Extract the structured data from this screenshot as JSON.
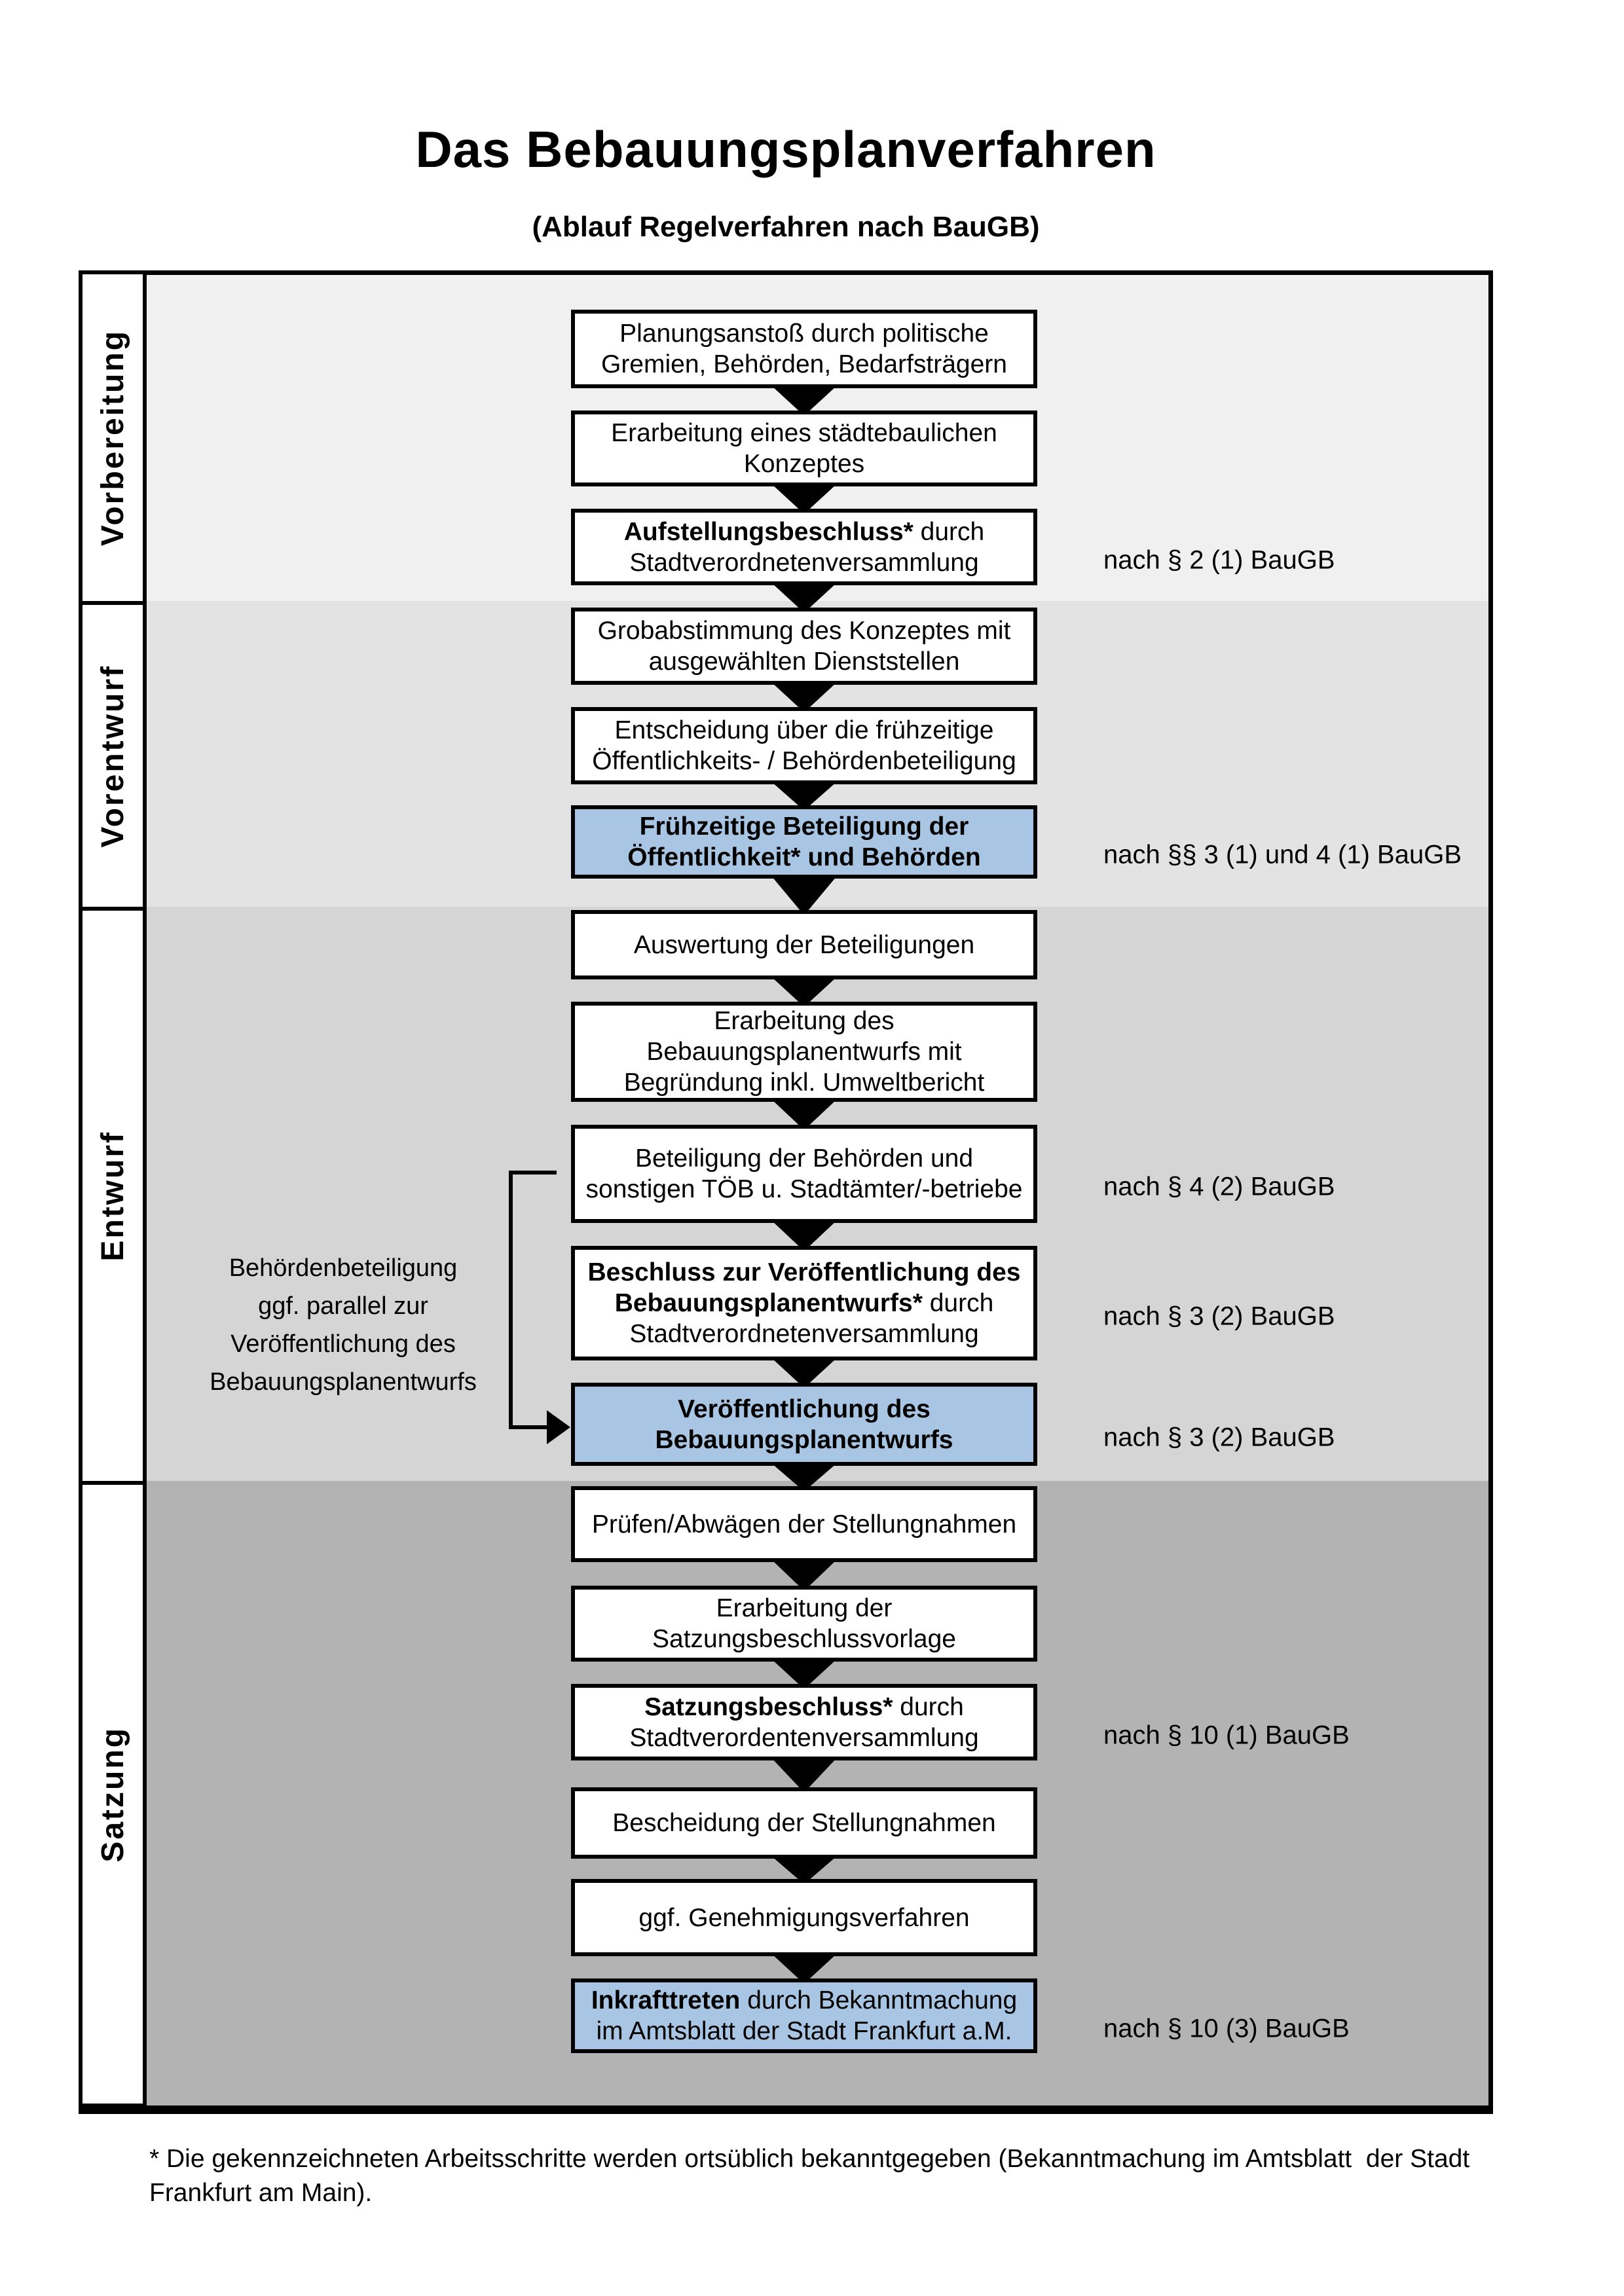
{
  "header": {
    "title": "Das Bebauungsplanverfahren",
    "subtitle": "(Ablauf Regelverfahren nach BauGB)"
  },
  "phases": [
    {
      "label": "Vorbereitung"
    },
    {
      "label": "Vorentwurf"
    },
    {
      "label": "Entwurf"
    },
    {
      "label": "Satzung"
    }
  ],
  "steps": [
    {
      "highlight": false,
      "note": "",
      "lines": [
        [
          {
            "b": false,
            "t": "Planungsanstoß durch politische"
          }
        ],
        [
          {
            "b": false,
            "t": "Gremien, Behörden, Bedarfsträgern"
          }
        ]
      ]
    },
    {
      "highlight": false,
      "note": "",
      "lines": [
        [
          {
            "b": false,
            "t": "Erarbeitung eines städtebaulichen"
          }
        ],
        [
          {
            "b": false,
            "t": "Konzeptes"
          }
        ]
      ]
    },
    {
      "highlight": false,
      "note": "nach § 2 (1) BauGB",
      "lines": [
        [
          {
            "b": true,
            "t": "Aufstellungsbeschluss*"
          },
          {
            "b": false,
            "t": " durch"
          }
        ],
        [
          {
            "b": false,
            "t": "Stadtverordnetenversammlung"
          }
        ]
      ]
    },
    {
      "highlight": false,
      "note": "",
      "lines": [
        [
          {
            "b": false,
            "t": "Grobabstimmung des Konzeptes mit"
          }
        ],
        [
          {
            "b": false,
            "t": "ausgewählten Dienststellen"
          }
        ]
      ]
    },
    {
      "highlight": false,
      "note": "",
      "lines": [
        [
          {
            "b": false,
            "t": "Entscheidung über die frühzeitige"
          }
        ],
        [
          {
            "b": false,
            "t": "Öffentlichkeits- / Behördenbeteiligung"
          }
        ]
      ]
    },
    {
      "highlight": true,
      "note": "nach §§ 3 (1) und 4 (1) BauGB",
      "lines": [
        [
          {
            "b": true,
            "t": "Frühzeitige Beteiligung der"
          }
        ],
        [
          {
            "b": true,
            "t": "Öffentlichkeit* und Behörden"
          }
        ]
      ]
    },
    {
      "highlight": false,
      "note": "",
      "lines": [
        [
          {
            "b": false,
            "t": "Auswertung der Beteiligungen"
          }
        ]
      ]
    },
    {
      "highlight": false,
      "note": "",
      "lines": [
        [
          {
            "b": false,
            "t": "Erarbeitung des"
          }
        ],
        [
          {
            "b": false,
            "t": "Bebauungsplanentwurfs mit"
          }
        ],
        [
          {
            "b": false,
            "t": "Begründung inkl. Umweltbericht"
          }
        ]
      ]
    },
    {
      "highlight": false,
      "note": "nach § 4 (2) BauGB",
      "lines": [
        [
          {
            "b": false,
            "t": "Beteiligung der Behörden und"
          }
        ],
        [
          {
            "b": false,
            "t": "sonstigen TÖB u. Stadtämter/-betriebe"
          }
        ]
      ]
    },
    {
      "highlight": false,
      "note": "nach § 3 (2) BauGB",
      "lines": [
        [
          {
            "b": true,
            "t": "Beschluss zur Veröffentlichung des"
          }
        ],
        [
          {
            "b": true,
            "t": "Bebauungsplanentwurfs*"
          },
          {
            "b": false,
            "t": " durch"
          }
        ],
        [
          {
            "b": false,
            "t": "Stadtverordnetenversammlung"
          }
        ]
      ]
    },
    {
      "highlight": true,
      "note": "nach § 3 (2) BauGB",
      "lines": [
        [
          {
            "b": true,
            "t": "Veröffentlichung des"
          }
        ],
        [
          {
            "b": true,
            "t": "Bebauungsplanentwurfs"
          }
        ]
      ]
    },
    {
      "highlight": false,
      "note": "",
      "lines": [
        [
          {
            "b": false,
            "t": "Prüfen/Abwägen der Stellungnahmen"
          }
        ]
      ]
    },
    {
      "highlight": false,
      "note": "",
      "lines": [
        [
          {
            "b": false,
            "t": "Erarbeitung der"
          }
        ],
        [
          {
            "b": false,
            "t": "Satzungsbeschlussvorlage"
          }
        ]
      ]
    },
    {
      "highlight": false,
      "note": "nach § 10 (1) BauGB",
      "lines": [
        [
          {
            "b": true,
            "t": "Satzungsbeschluss*"
          },
          {
            "b": false,
            "t": " durch"
          }
        ],
        [
          {
            "b": false,
            "t": "Stadtverordentenversammlung"
          }
        ]
      ]
    },
    {
      "highlight": false,
      "note": "",
      "lines": [
        [
          {
            "b": false,
            "t": "Bescheidung der Stellungnahmen"
          }
        ]
      ]
    },
    {
      "highlight": false,
      "note": "",
      "lines": [
        [
          {
            "b": false,
            "t": "ggf. Genehmigungsverfahren"
          }
        ]
      ]
    },
    {
      "highlight": true,
      "note": "nach § 10 (3) BauGB",
      "lines": [
        [
          {
            "b": true,
            "t": "Inkrafttreten"
          },
          {
            "b": false,
            "t": " durch Bekanntmachung"
          }
        ],
        [
          {
            "b": false,
            "t": "im Amtsblatt der Stadt Frankfurt a.M."
          }
        ]
      ]
    }
  ],
  "sidenote": {
    "lines": [
      "Behördenbeteiligung",
      "ggf. parallel zur",
      "Veröffentlichung des",
      "Bebauungsplanentwurfs"
    ]
  },
  "footnote": {
    "lines": [
      "* Die gekennzeichneten Arbeitsschritte werden ortsüblich bekanntgegeben (Bekanntmachung im Amtsblatt  der Stadt",
      "Frankfurt am Main)."
    ]
  },
  "colors": {
    "phase_tints": [
      "#f0f0f0",
      "#e3e3e3",
      "#d5d5d5",
      "#b3b3b3"
    ],
    "highlight_blue": "#a8c6e4",
    "line_black": "#000000"
  }
}
